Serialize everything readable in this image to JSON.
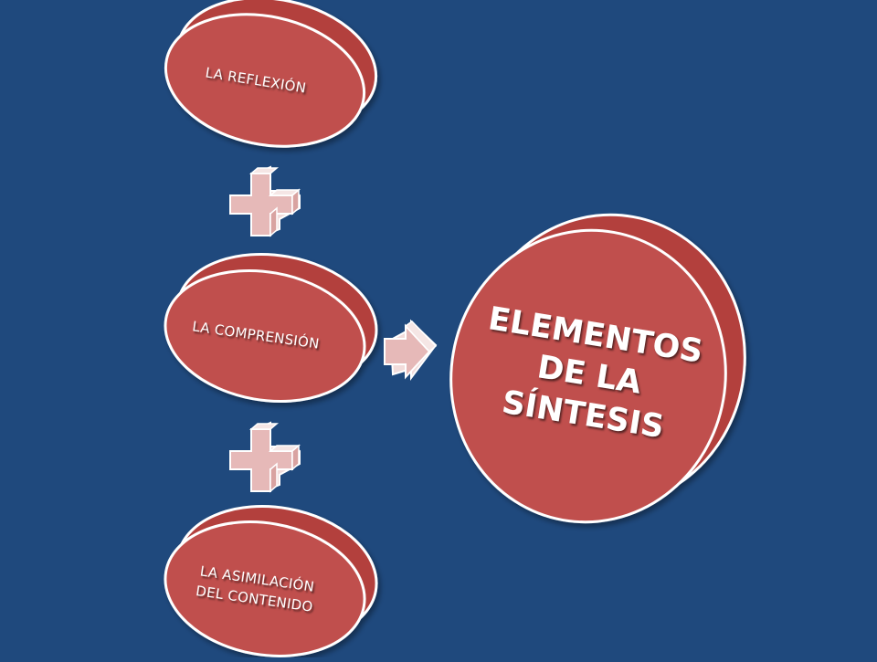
{
  "colors": {
    "background": "#1f497d",
    "ellipse_fill": "#c0504d",
    "ellipse_outline": "#ffffff",
    "symbol_fill": "#e6b9b8",
    "symbol_side": "#f2dcdb"
  },
  "nodes": {
    "reflexion": "LA REFLEXIÓN",
    "comprension": "LA COMPRENSIÓN",
    "asimilacion_line1": "LA ASIMILACIÓN",
    "asimilacion_line2": "DEL CONTENIDO"
  },
  "result": {
    "line1": "ELEMENTOS",
    "line2": "DE LA",
    "line3": "SÍNTESIS"
  },
  "connectors": {
    "plus_icon": "plus-icon",
    "arrow_icon": "right-arrow-icon"
  }
}
